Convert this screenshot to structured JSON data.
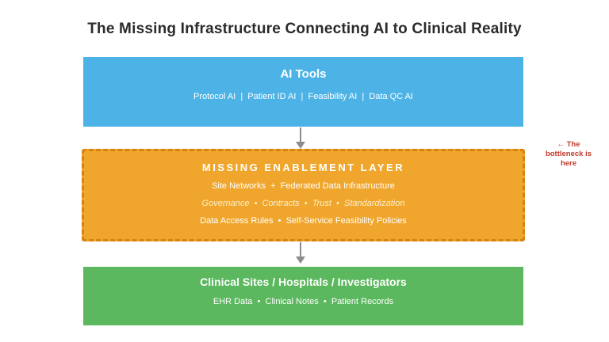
{
  "page": {
    "title": "The Missing Infrastructure Connecting AI to Clinical Reality"
  },
  "layers": {
    "ai_tools": {
      "title": "AI Tools",
      "subtitle": "Protocol AI  |  Patient ID AI  |  Feasibility AI  |  Data QC AI",
      "color": "#4db3e6"
    },
    "enablement": {
      "title": "MISSING ENABLEMENT LAYER",
      "line1": "Site Networks  +  Federated Data Infrastructure",
      "line2": "Governance  •  Contracts  •  Trust  •  Standardization",
      "line3": "Data Access Rules  •  Self-Service Feasibility Policies",
      "color": "#f0a62c",
      "border_color": "#d6830f"
    },
    "clinical_sites": {
      "title": "Clinical Sites / Hospitals / Investigators",
      "subtitle": "EHR Data  •  Clinical Notes  •  Patient Records",
      "color": "#5bb85e"
    }
  },
  "annotation": {
    "text": "← The bottleneck is here",
    "color": "#c0392b"
  },
  "arrow_color": "#8c8c8c"
}
